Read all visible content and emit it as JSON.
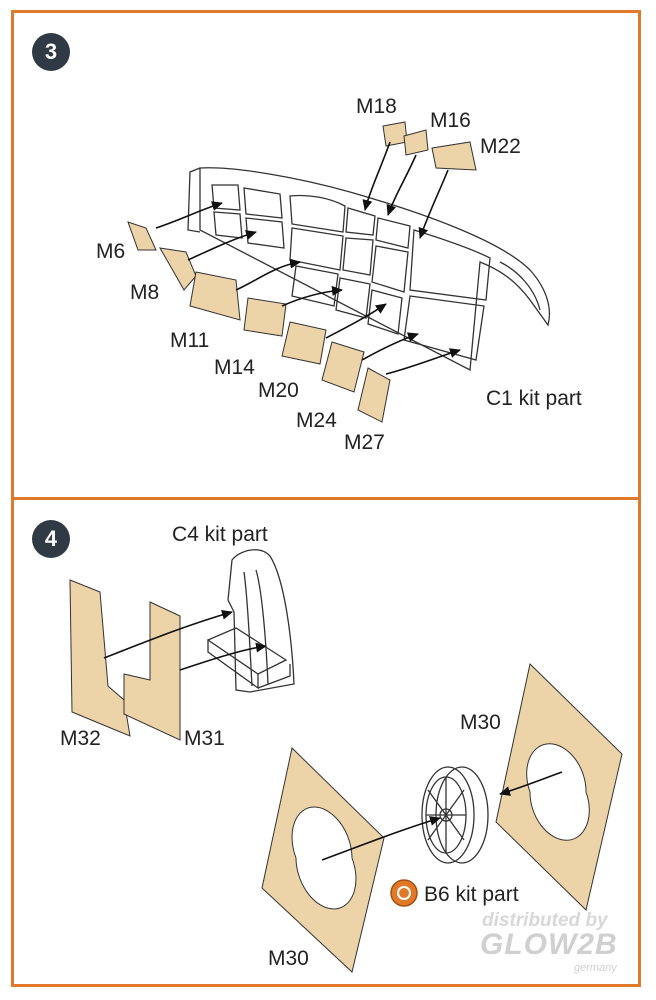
{
  "steps": [
    {
      "number": "3",
      "labels": {
        "m18": "M18",
        "m16": "M16",
        "m22": "M22",
        "m6": "M6",
        "m8": "M8",
        "m11": "M11",
        "m14": "M14",
        "m20": "M20",
        "m24": "M24",
        "m27": "M27",
        "kit_part": "C1 kit part"
      }
    },
    {
      "number": "4",
      "labels": {
        "kit_part_c4": "C4 kit part",
        "m32": "M32",
        "m31": "M31",
        "m30_top": "M30",
        "m30_bottom": "M30",
        "kit_part_b6": "B6 kit part"
      }
    }
  ],
  "watermark": {
    "line1": "distributed by",
    "line2": "GLOW2B",
    "line3": "germany"
  },
  "colors": {
    "frame": "#e07a2a",
    "mask": "#ecd3a8",
    "badge": "#2f3a45",
    "b6_icon": "#e07a2a"
  }
}
